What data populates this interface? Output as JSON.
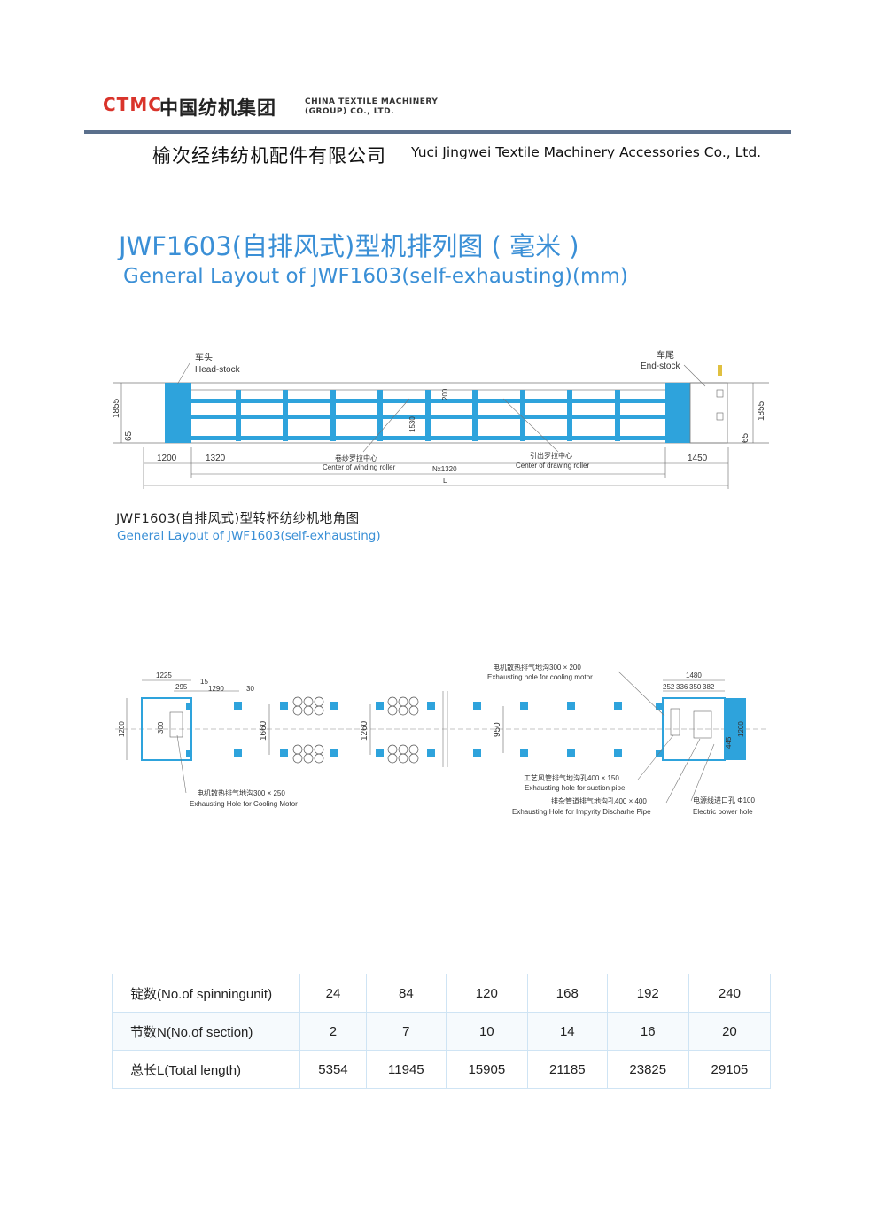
{
  "header": {
    "logo_mark": "CTMC",
    "group_name_cn": "中国纺机集团",
    "group_name_en_1": "CHINA TEXTILE MACHINERY",
    "group_name_en_2": "(GROUP) CO., LTD.",
    "company_cn": "榆次经纬纺机配件有限公司",
    "company_en": "Yuci Jingwei Textile Machinery Accessories Co., Ltd."
  },
  "title": {
    "cn": "JWF1603(自排风式)型机排列图 ( 毫米 )",
    "en": "General Layout of JWF1603(self-exhausting)(mm)"
  },
  "diagram1": {
    "head_stock_cn": "车头",
    "head_stock_en": "Head-stock",
    "end_stock_cn": "车尾",
    "end_stock_en": "End-stock",
    "height_left": "1855",
    "height_right": "1855",
    "base_left": "65",
    "base_right": "65",
    "dim_1200": "1200",
    "dim_1320": "1320",
    "dim_1450": "1450",
    "dim_1530": "1530",
    "dim_200": "200",
    "winding_cn": "卷纱罗拉中心",
    "winding_en": "Center of winding roller",
    "drawing_cn": "引出罗拉中心",
    "drawing_en": "Center of drawing roller",
    "dim_nx": "Nx1320",
    "dim_l": "L"
  },
  "caption": {
    "cn": "JWF1603(自排风式)型转杯纺纱机地角图",
    "en": "General Layout of JWF1603(self-exhausting)"
  },
  "diagram2": {
    "d1225": "1225",
    "d15": "15",
    "d295": "295",
    "d1290": "1290",
    "d30": "30",
    "d1200_left": "1200",
    "d300": "300",
    "d1660": "1660",
    "d1260": "1260",
    "d950": "950",
    "d1480": "1480",
    "d252": "252",
    "d336": "336",
    "d350": "350",
    "d382": "382",
    "d445": "445",
    "d1200_right": "1200",
    "cool_top_cn": "电机散热排气地沟300 × 200",
    "cool_top_en": "Exhausting hole for cooling motor",
    "cool_bottom_cn": "电机散热排气地沟300 × 250",
    "cool_bottom_en": "Exhausting Hole for Cooling Motor",
    "suction_cn": "工艺风管排气地沟孔400 × 150",
    "suction_en": "Exhausting hole for suction pipe",
    "impurity_cn": "排杂管道排气地沟孔400 × 400",
    "impurity_en": "Exhausting Hole for Impyrity Discharhe Pipe",
    "power_cn": "电源线进口孔 Φ100",
    "power_en": "Electric power hole"
  },
  "table": {
    "rows": [
      {
        "label": "锭数(No.of spinningunit)",
        "values": [
          "24",
          "84",
          "120",
          "168",
          "192",
          "240"
        ]
      },
      {
        "label": "节数N(No.of section)",
        "values": [
          "2",
          "7",
          "10",
          "14",
          "16",
          "20"
        ]
      },
      {
        "label": "总长L(Total length)",
        "values": [
          "5354",
          "11945",
          "15905",
          "21185",
          "23825",
          "29105"
        ]
      }
    ]
  },
  "colors": {
    "accent": "#3a8fd6",
    "machine": "#2ea3dc",
    "logo_red": "#d9342b"
  }
}
